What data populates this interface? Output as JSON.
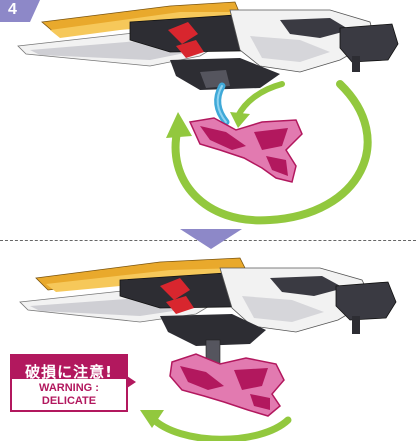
{
  "step": {
    "number": "4"
  },
  "warning": {
    "japanese": "破損に注意!",
    "english_line1": "WARNING :",
    "english_line2": "DELICATE"
  },
  "colors": {
    "accent_purple": "#8d88c8",
    "arrow_green": "#92c83e",
    "part_magenta": "#b2185e",
    "part_light_pink": "#e27ab0",
    "wing_yellow": "#e9a92c",
    "cable_blue": "#3fa9d8",
    "armor_white": "#f2f2f2",
    "armor_dark": "#2d2d33",
    "accent_red": "#d8262e"
  },
  "icons": [
    "step-number-badge",
    "rotation-arrow-icon",
    "down-triangle-icon"
  ]
}
